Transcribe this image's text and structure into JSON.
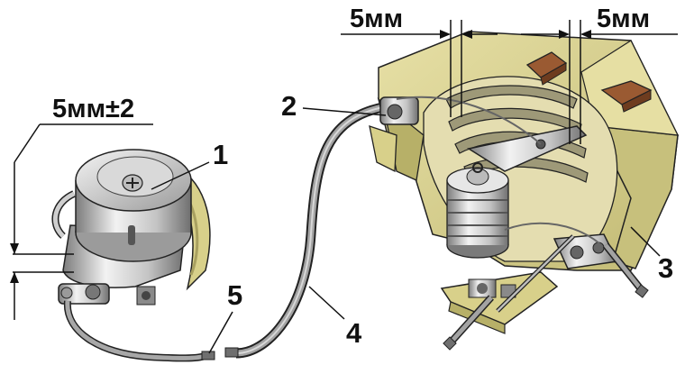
{
  "dimensions": {
    "vertical_gap": "5мм±2",
    "left_gap": "5мм",
    "right_gap": "5мм"
  },
  "callouts": {
    "n1": "1",
    "n2": "2",
    "n3": "3",
    "n4": "4",
    "n5": "5"
  },
  "colors": {
    "bracket_body": "#dcd596",
    "bracket_shade": "#b7b068",
    "metal_light": "#e8e8e8",
    "metal_dark": "#8e8e8e",
    "wire": "#9a9a9a",
    "brush_brown": "#9a5a32",
    "ink": "#111111"
  }
}
